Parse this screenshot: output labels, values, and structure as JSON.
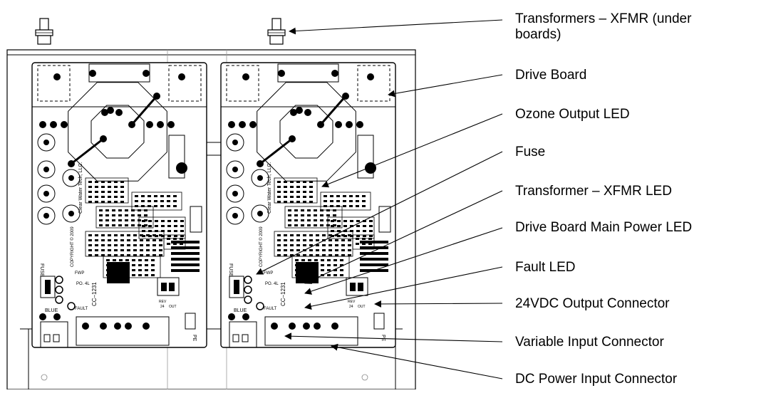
{
  "callouts": [
    {
      "id": "transformers",
      "lines": [
        "Transformers – XFMR (under",
        "boards)"
      ]
    },
    {
      "id": "drive-board",
      "lines": [
        "Drive Board"
      ]
    },
    {
      "id": "ozone-led",
      "lines": [
        "Ozone Output LED"
      ]
    },
    {
      "id": "fuse",
      "lines": [
        "Fuse"
      ]
    },
    {
      "id": "xfmr-led",
      "lines": [
        "Transformer – XFMR LED"
      ]
    },
    {
      "id": "main-power-led",
      "lines": [
        "Drive Board Main Power LED"
      ]
    },
    {
      "id": "fault-led",
      "lines": [
        "Fault LED"
      ]
    },
    {
      "id": "output-connector",
      "lines": [
        "24VDC Output Connector"
      ]
    },
    {
      "id": "variable-connector",
      "lines": [
        "Variable Input Connector"
      ]
    },
    {
      "id": "dc-connector",
      "lines": [
        "DC Power Input Connector"
      ]
    }
  ],
  "board_text": {
    "fuse": "FUSE",
    "company": "Clear Water Tech, LLC.",
    "copyright": "COPYRIGHT © 2009",
    "part": "CC–1231",
    "fwp": "FWP",
    "pos": "PO. 4L",
    "fault": "FAULT",
    "blue": "BLUE",
    "pe": "PE",
    "out": "OUT",
    "rev": "REV",
    "num": "24"
  }
}
